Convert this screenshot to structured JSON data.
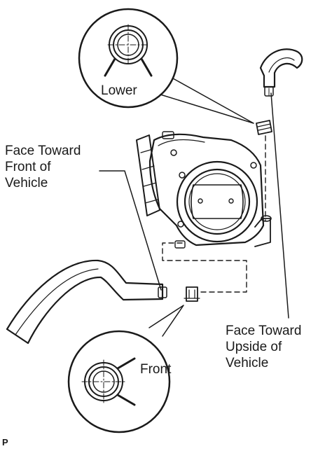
{
  "labels": {
    "lower": "Lower",
    "face_toward_front": "Face Toward\nFront of\nVehicle",
    "front": "Front",
    "face_toward_upside": "Face Toward\nUpside of\nVehicle",
    "figure_code": "P"
  }
}
